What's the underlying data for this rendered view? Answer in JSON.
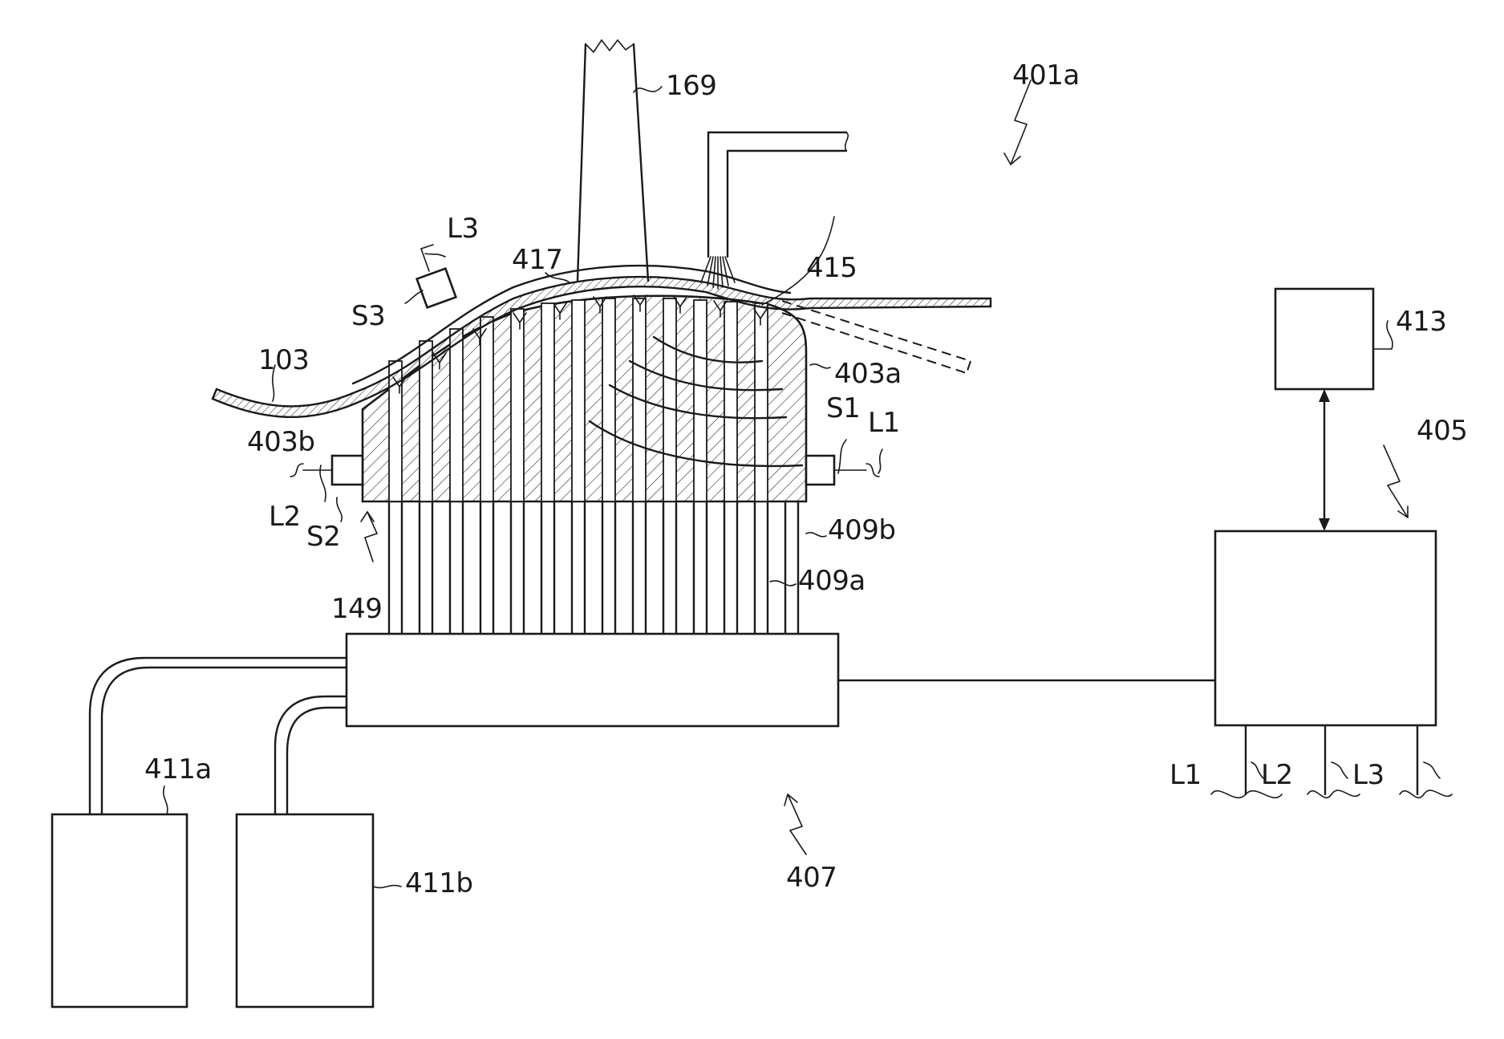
{
  "figure": {
    "labels": {
      "system": "401a",
      "tube": "169",
      "ribbon": "103",
      "sensor3": "S3",
      "line3": "L3",
      "cover": "417",
      "channels": "415",
      "upper_block": "403a",
      "lower_block": "403b",
      "sensor1": "S1",
      "line1": "L1",
      "sensor2": "S2",
      "line2": "L2",
      "assembly": "149",
      "pipe_b": "409b",
      "pipe_a": "409a",
      "manifold": "407",
      "supply_a": "411a",
      "supply_b": "411b",
      "controller": "405",
      "interface": "413",
      "out_l1": "L1",
      "out_l2": "L2",
      "out_l3": "L3"
    }
  }
}
